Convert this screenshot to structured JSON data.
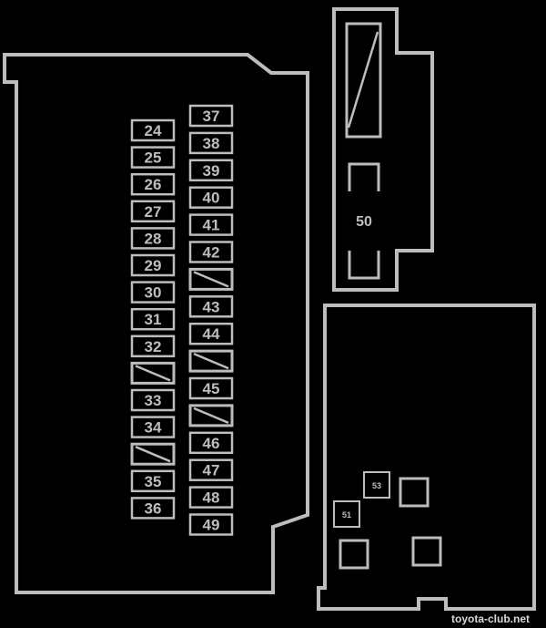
{
  "diagram": {
    "left_column": [
      "24",
      "25",
      "26",
      "27",
      "28",
      "29",
      "30",
      "31",
      "32",
      "",
      "33",
      "34",
      "",
      "35",
      "36"
    ],
    "right_column": [
      "37",
      "38",
      "39",
      "40",
      "41",
      "42",
      "",
      "43",
      "44",
      "",
      "45",
      "",
      "46",
      "47",
      "48",
      "49"
    ],
    "relay_box_label": "50",
    "small_relays": [
      "53",
      "51"
    ],
    "watermark": "toyota-club.net"
  }
}
